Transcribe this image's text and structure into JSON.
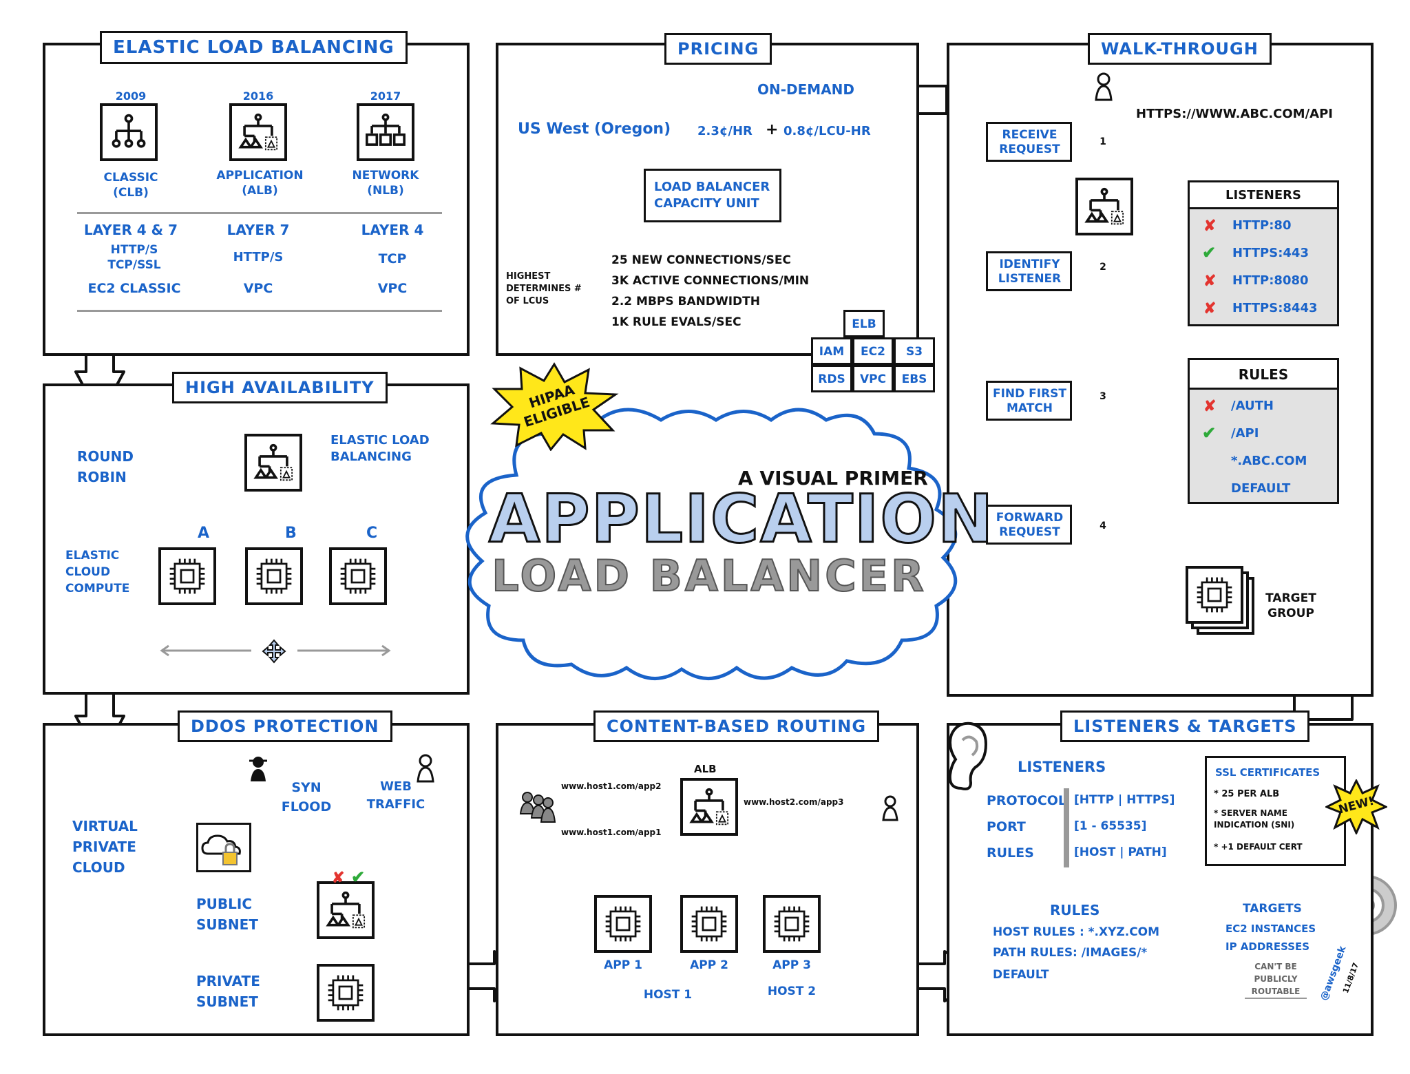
{
  "center": {
    "subtitle": "A Visual Primer",
    "title1": "APPLICATION",
    "title2": "LOAD BALANCER",
    "badge": "HIPAA Eligible"
  },
  "elb": {
    "title": "Elastic Load Balancing",
    "types": [
      {
        "year": "2009",
        "name": "Classic",
        "abbr": "(CLB)",
        "layer": "Layer 4 & 7",
        "proto": "HTTP/S TCP/SSL",
        "net": "EC2 Classic"
      },
      {
        "year": "2016",
        "name": "Application",
        "abbr": "(ALB)",
        "layer": "Layer 7",
        "proto": "HTTP/S",
        "net": "VPC"
      },
      {
        "year": "2017",
        "name": "Network",
        "abbr": "(NLB)",
        "layer": "Layer 4",
        "proto": "TCP",
        "net": "VPC"
      }
    ]
  },
  "pricing": {
    "title": "Pricing",
    "region": "US West (Oregon)",
    "ondemand": "On-Demand",
    "rate1": "2.3¢/hr",
    "plus": "+",
    "rate2": "0.8¢/LCU-hr",
    "lcu": "Load Balancer Capacity Unit",
    "highest": "Highest Determines # of LCUs",
    "dims": [
      "25 new connections/sec",
      "3k active connections/min",
      "2.2 Mbps bandwidth",
      "1k rule evals/sec"
    ],
    "blocks": [
      "ELB",
      "IAM",
      "EC2",
      "S3",
      "RDS",
      "VPC",
      "EBS"
    ]
  },
  "walk": {
    "title": "Walk-through",
    "url": "https://www.abc.com/api",
    "steps": [
      "Receive Request",
      "Identify Listener",
      "Find First Match",
      "Forward Request"
    ],
    "nums": [
      "1",
      "2",
      "3",
      "4"
    ],
    "listeners_title": "Listeners",
    "listeners": [
      {
        "mark": "✘",
        "label": "HTTP:80"
      },
      {
        "mark": "✔",
        "label": "HTTPS:443"
      },
      {
        "mark": "✘",
        "label": "HTTP:8080"
      },
      {
        "mark": "✘",
        "label": "HTTPS:8443"
      }
    ],
    "rules_title": "Rules",
    "rules": [
      {
        "mark": "✘",
        "label": "/auth"
      },
      {
        "mark": "✔",
        "label": "/api"
      },
      {
        "mark": "",
        "label": "*.abc.com"
      },
      {
        "mark": "",
        "label": "default"
      }
    ],
    "target": "Target Group"
  },
  "ha": {
    "title": "High Availability",
    "round": "Round Robin",
    "elb": "Elastic Load Balancing",
    "ec2": "Elastic Cloud Compute",
    "azs": [
      "A",
      "B",
      "C"
    ]
  },
  "ddos": {
    "title": "DDoS Protection",
    "vpc": "Virtual Private Cloud",
    "syn": "SYN Flood",
    "web": "Web Traffic",
    "public": "Public Subnet",
    "private": "Private Subnet"
  },
  "cbr": {
    "title": "Content-Based Routing",
    "alb": "ALB",
    "urls": [
      "www.host1.com/app2",
      "www.host1.com/app1",
      "www.host2.com/app3"
    ],
    "apps": [
      "App 1",
      "App 2",
      "App 3"
    ],
    "hosts": [
      "Host 1",
      "Host 2"
    ]
  },
  "lt": {
    "title": "Listeners & Targets",
    "listeners": "Listeners",
    "protocol": "Protocol",
    "protocol_val": "[HTTP | HTTPS]",
    "port": "Port",
    "port_val": "[1 - 65535]",
    "rules": "Rules",
    "rules_val": "[Host | Path]",
    "ssl": "SSL Certificates",
    "ssl_items": [
      "* 25 per ALB",
      "* Server Name Indication (SNI)",
      "* +1 default cert"
    ],
    "newbadge": "New!",
    "rules_title": "Rules",
    "host_rules": "Host Rules :  *.xyz.com",
    "path_rules": "Path Rules:  /images/*",
    "default": "Default",
    "targets": "Targets",
    "target_items": [
      "EC2 Instances",
      "IP Addresses"
    ],
    "note": "Can't be publicly routable",
    "sig": "@awsgeek",
    "date": "11/8/17"
  }
}
